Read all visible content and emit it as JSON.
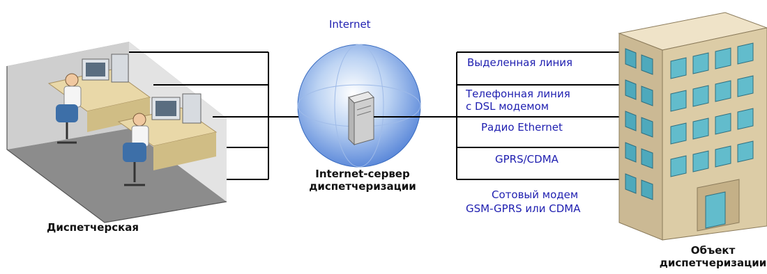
{
  "internet": {
    "label": "Internet"
  },
  "server": {
    "label_line1": "Internet-сервер",
    "label_line2": "диспетчеризации"
  },
  "dispatch_room": {
    "label": "Диспетчерская"
  },
  "object": {
    "label_line1": "Объект",
    "label_line2": "диспетчеризации"
  },
  "channels": {
    "leased": "Выделенная линия",
    "dsl_line1": "Телефонная линия",
    "dsl_line2": "с DSL модемом",
    "radio": "Радио Ethernet",
    "gprs": "GPRS/CDMA",
    "cell_line1": "Сотовый модем",
    "cell_line2": "GSM-GPRS или CDMA"
  },
  "colors": {
    "label_blue": "#1f1fb0",
    "line": "#000000",
    "globe": "#6f9be0",
    "building": "#d8c9a8",
    "window": "#5fb6c6"
  }
}
